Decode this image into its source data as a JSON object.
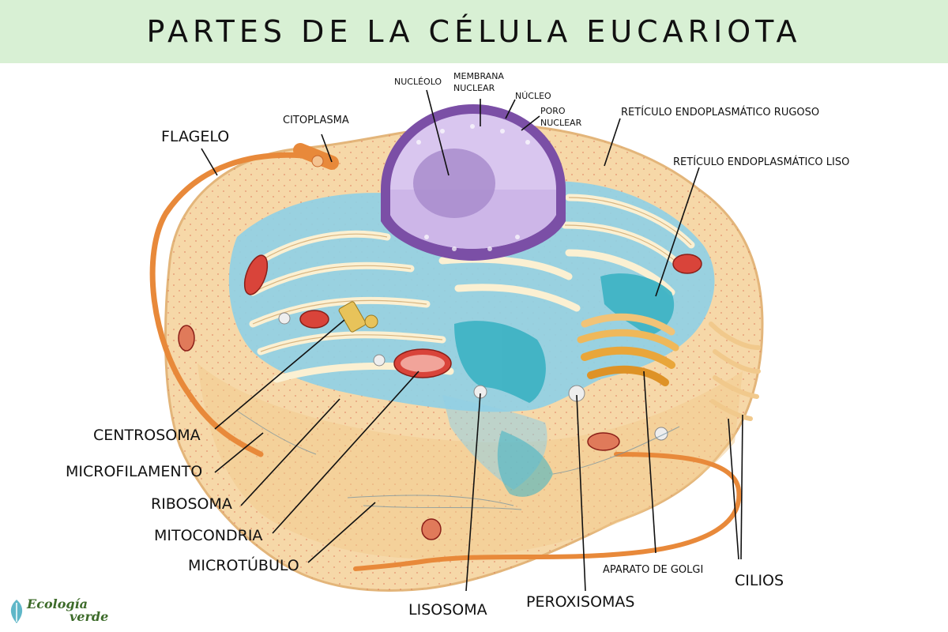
{
  "title": "PARTES DE LA CÉLULA EUCARIOTA",
  "labels": {
    "nucleolo": "NUCLÉOLO",
    "membrana_nuclear": [
      "MEMBRANA",
      "NUCLEAR"
    ],
    "nucleo": "NÚCLEO",
    "poro_nuclear": [
      "PORO",
      "NUCLEAR"
    ],
    "citoplasma": "CITOPLASMA",
    "flagelo": "FLAGELO",
    "rer": "RETÍCULO ENDOPLASMÁTICO RUGOSO",
    "rel": "RETÍCULO ENDOPLASMÁTICO LISO",
    "centrosoma": "CENTROSOMA",
    "microfilamento": "MICROFILAMENTO",
    "ribosoma": "RIBOSOMA",
    "mitocondria": "MITOCONDRIA",
    "microtubulo": "MICROTÚBULO",
    "lisosoma": "LISOSOMA",
    "peroxisomas": "PEROXISOMAS",
    "golgi": "APARATO DE GOLGI",
    "cilios": "CILIOS"
  },
  "logo": {
    "line1": "Ecología",
    "line2": "verde"
  },
  "colors": {
    "banner": "#d8f0d4",
    "cell_body": "#f6d8a8",
    "cytoplasm_blue": "#8fd0e6",
    "er": "#fbf0d2",
    "nucleus_purple": "#7b4fa6",
    "nucleoplasm": "#d9c6ef",
    "flagellum": "#e8893a",
    "mitochondria": "#d9443a",
    "golgi": "#e9a63a",
    "teal_er": "#3fb3c4",
    "logo_green": "#3d6b2a"
  }
}
